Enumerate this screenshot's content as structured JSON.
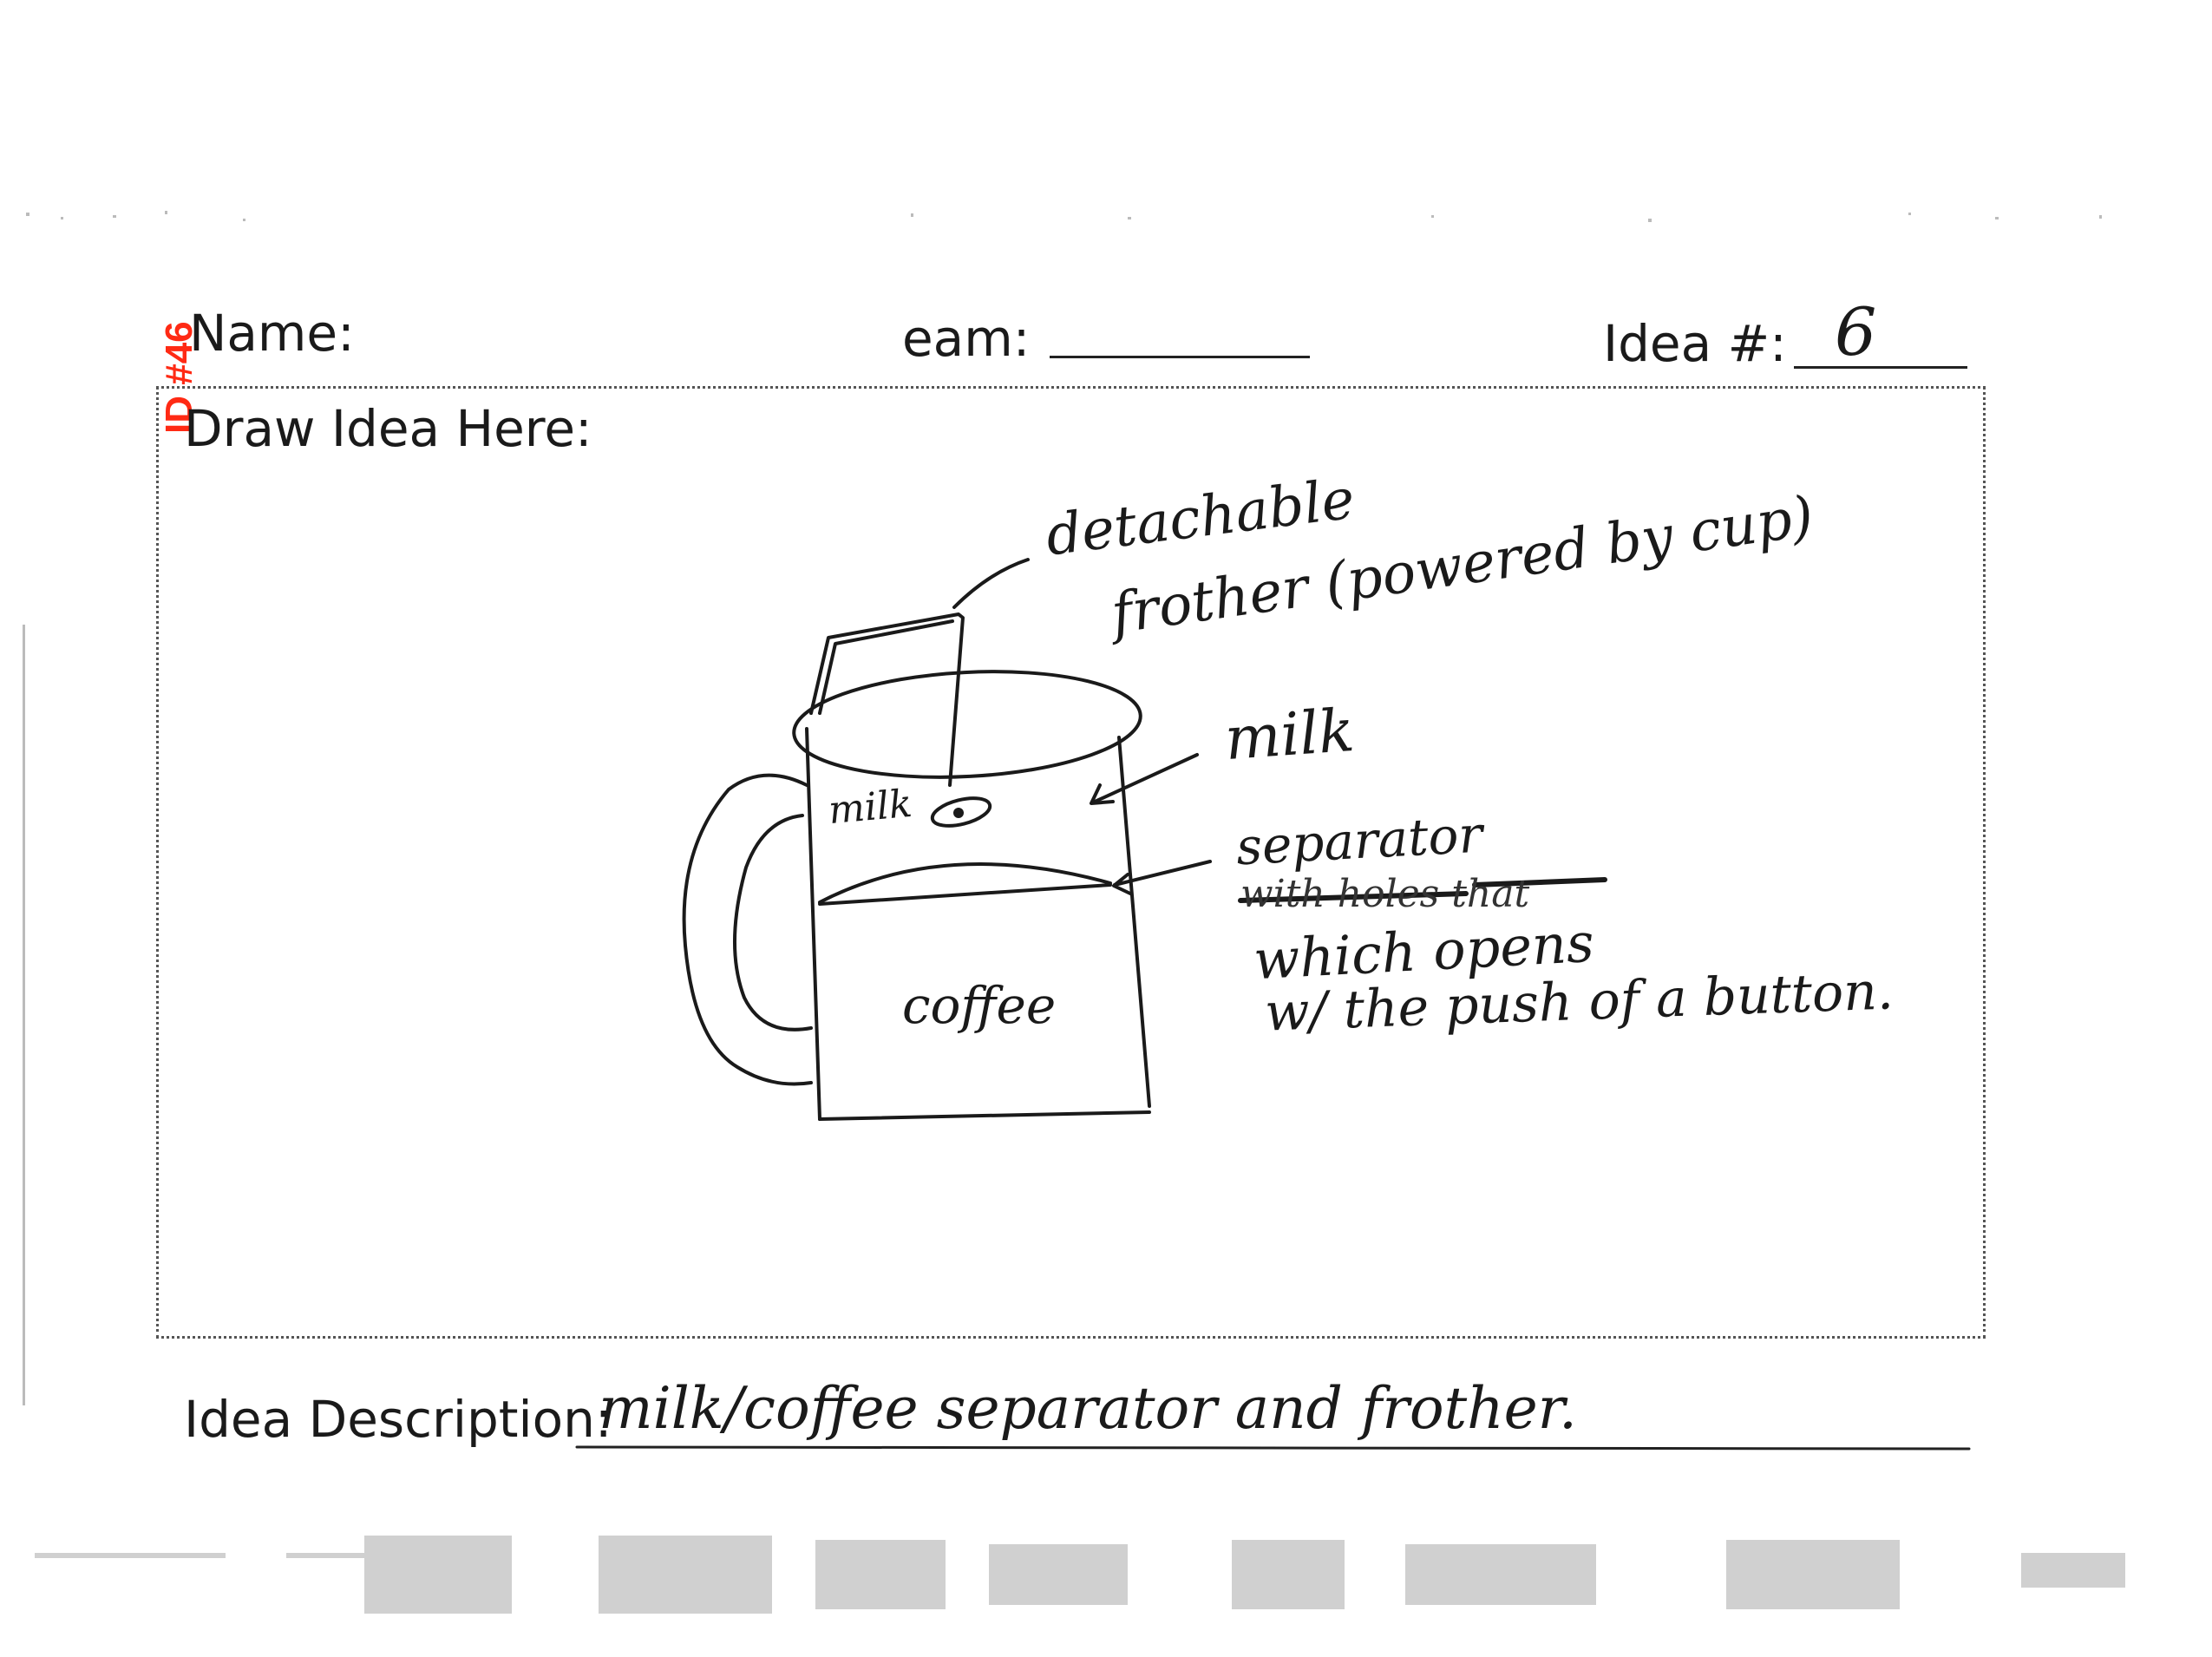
{
  "form": {
    "id_stamp": "ID #46",
    "name_label": "Name:",
    "team_label": "eam:",
    "idea_number_label": "Idea #:",
    "idea_number_value": "6",
    "draw_label": "Draw Idea Here:",
    "description_label": "Idea Description:",
    "description_value": "milk/coffee separator and frother."
  },
  "sketch": {
    "frother_note_line1": "detachable",
    "frother_note_line2": "frother (powered by cup)",
    "milk_note": "milk",
    "milk_in_cup": "milk",
    "coffee_in_cup": "coffee",
    "separator_note": "separator",
    "crossed_out": "with holes that",
    "separator_note_line2": "which opens",
    "separator_note_line3": "w/ the push of a button."
  }
}
